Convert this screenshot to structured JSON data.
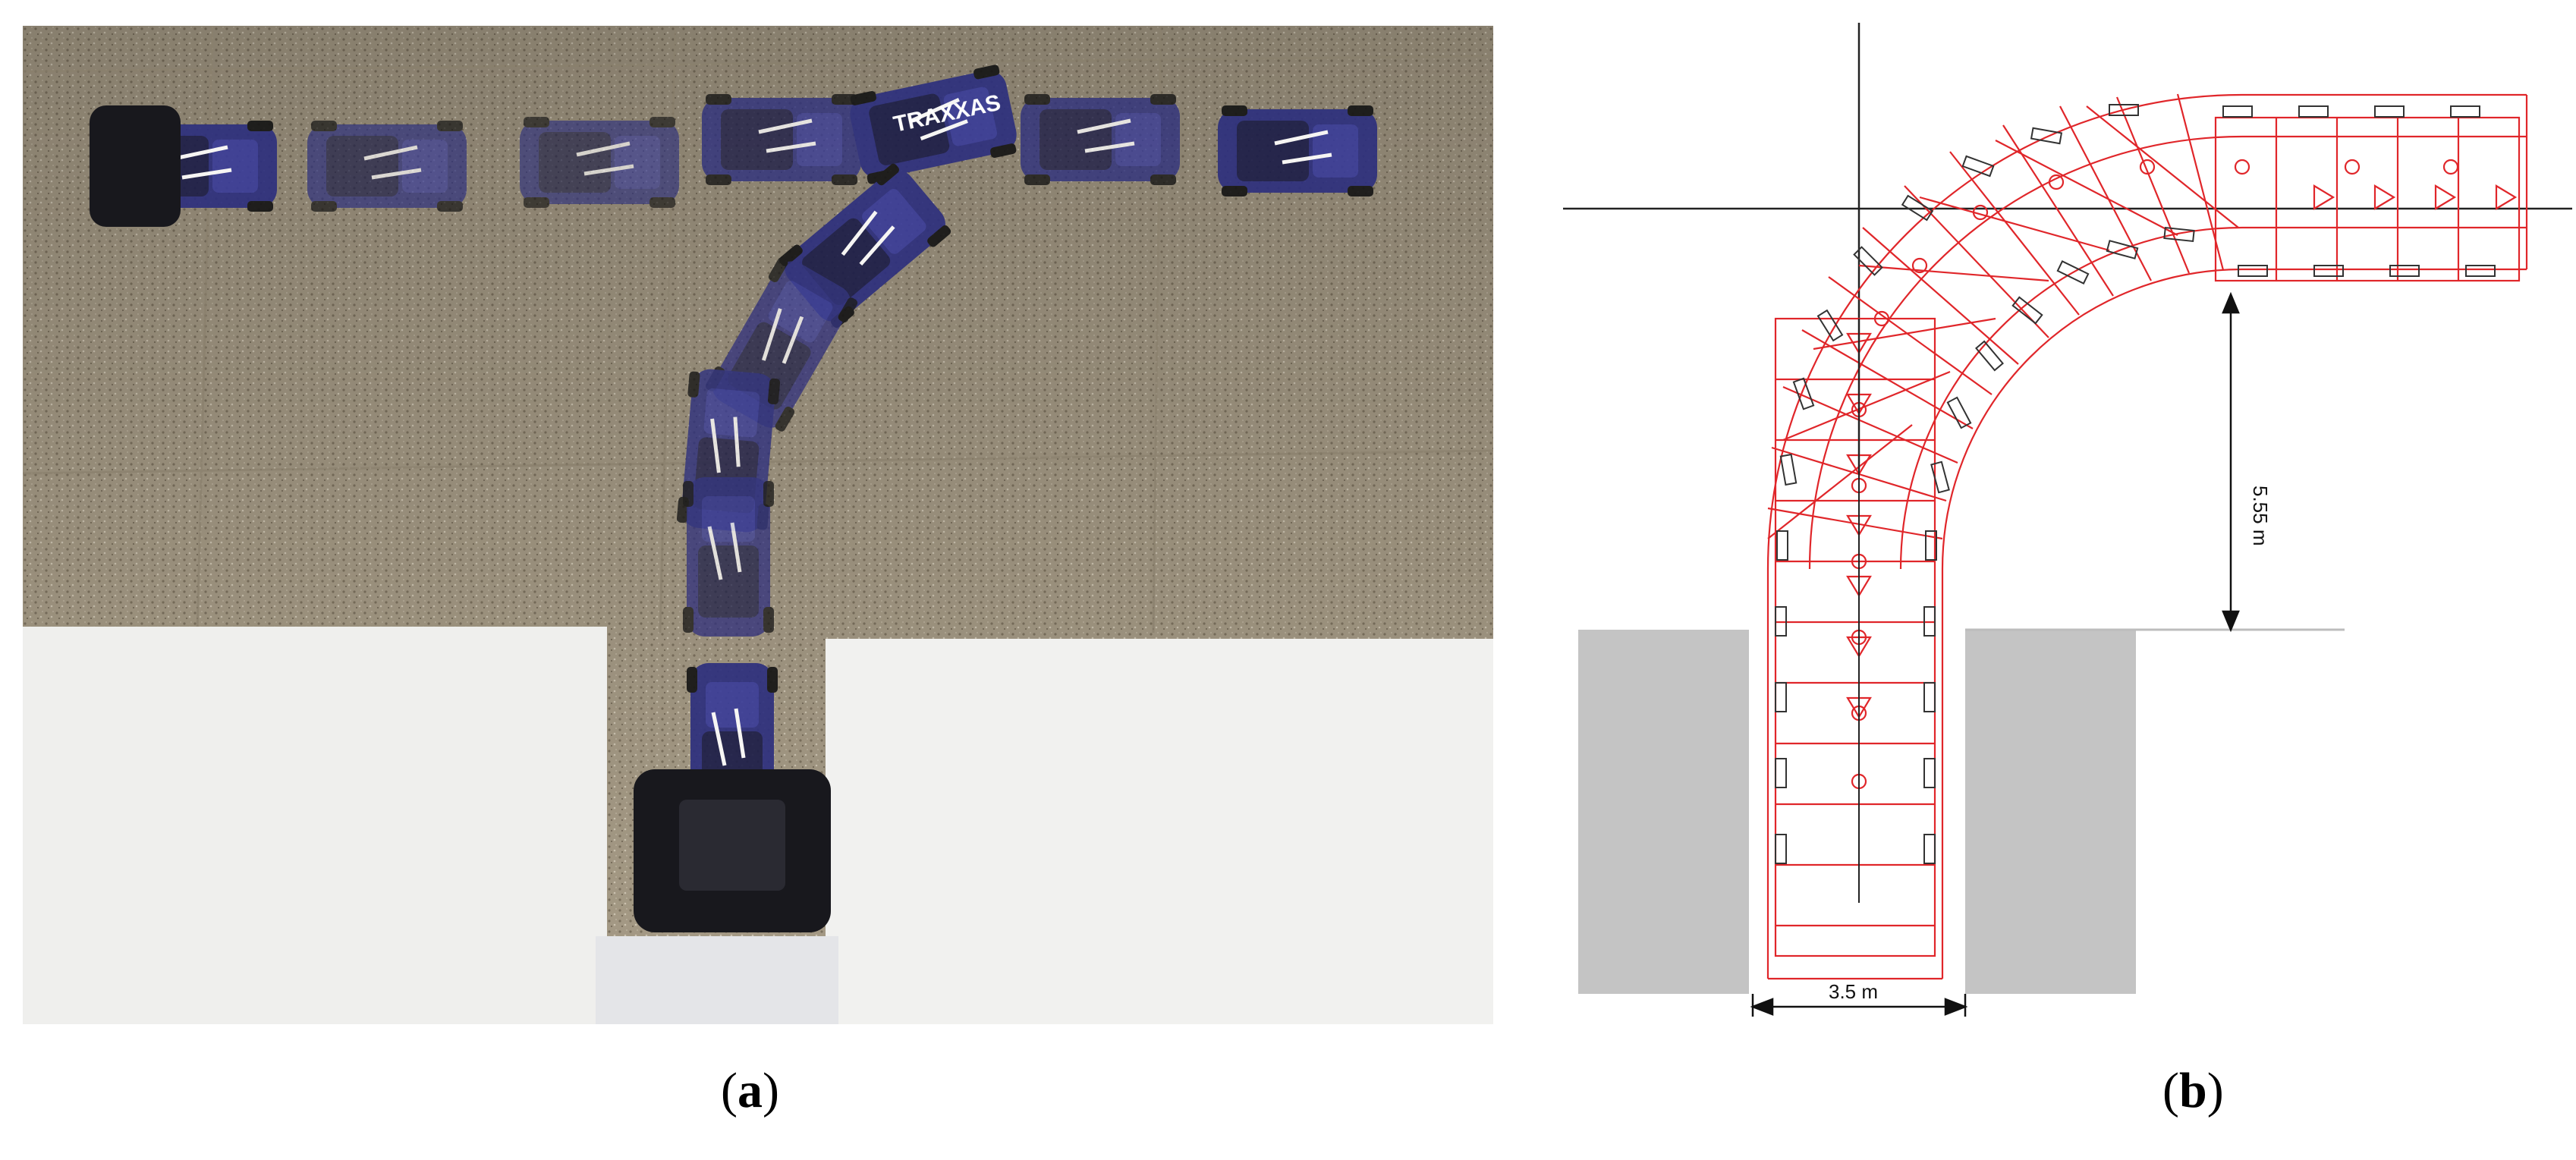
{
  "panel_a": {
    "label_letter": "a",
    "car_brand": "TRAXXAS",
    "colors": {
      "floor": "#a59a85",
      "foam": "#f1f1ef",
      "car_body": "#2d2f7e",
      "car_dark": "#1c1c22",
      "tire": "#151515"
    }
  },
  "panel_b": {
    "label_letter": "b",
    "dimension_width": "3.5 m",
    "dimension_height": "5.55 m",
    "colors": {
      "path": "#e0262a",
      "wall": "#c4c4c4",
      "axis": "#222222"
    }
  }
}
